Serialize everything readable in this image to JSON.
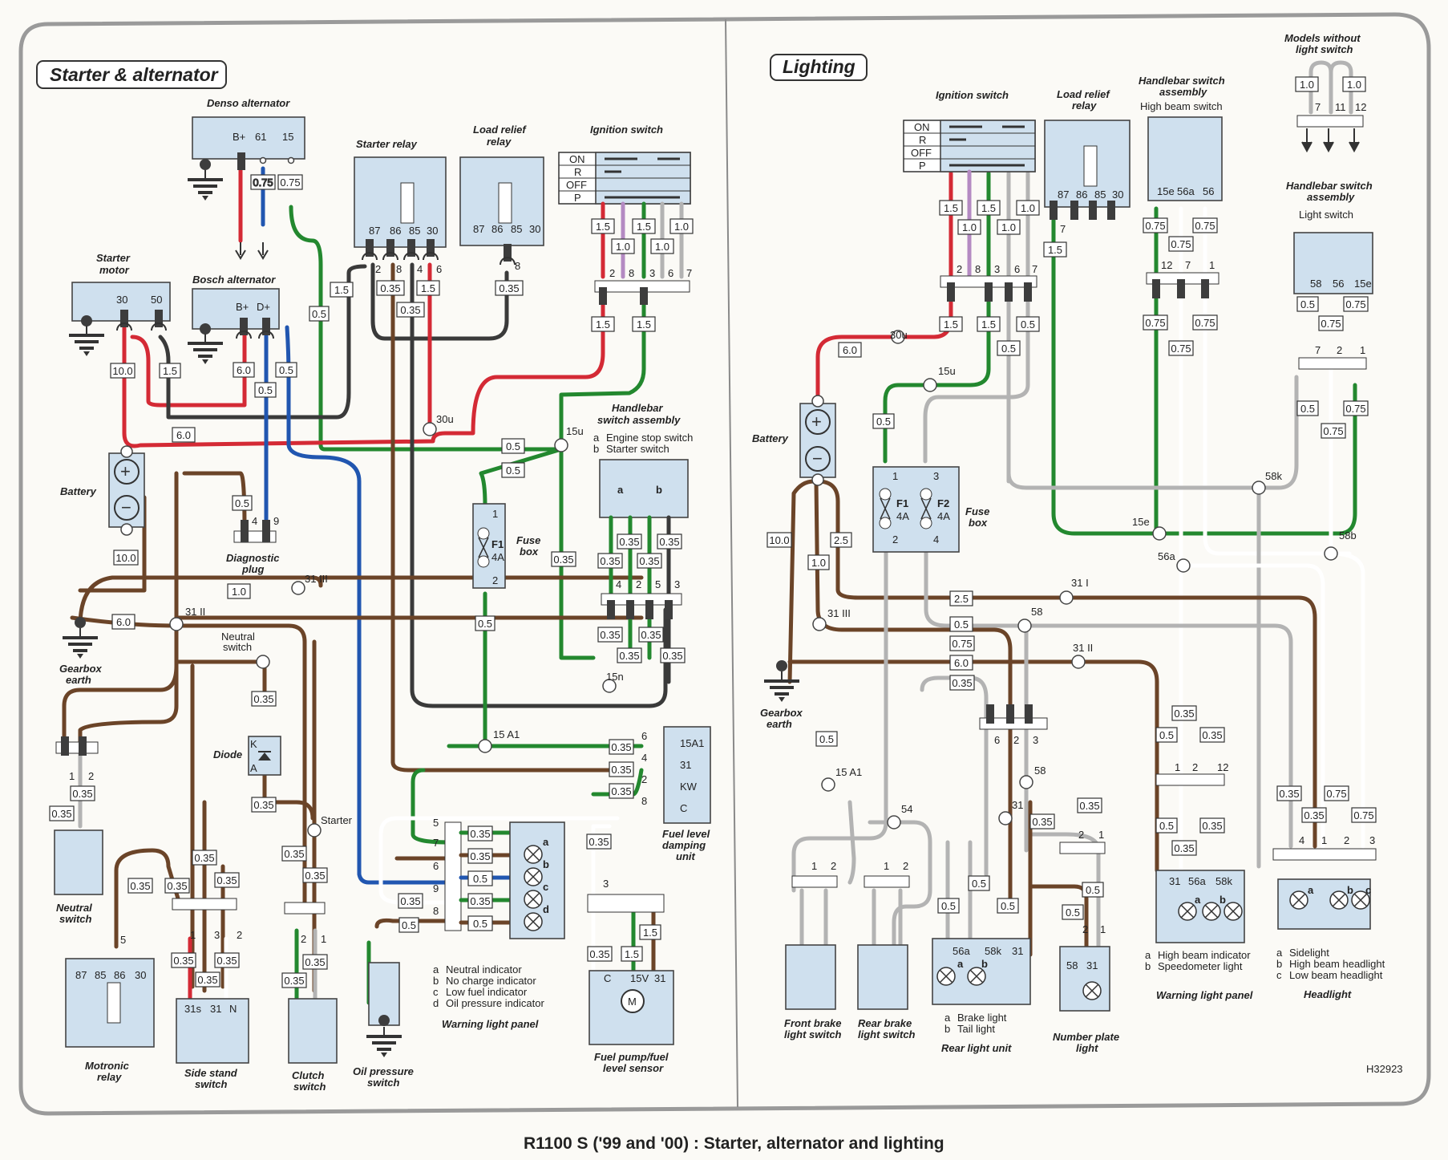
{
  "footer_title": "R1100 S ('99 and '00) : Starter, alternator and lighting",
  "figure_code": "H32923",
  "wire_colors": {
    "red": "#d42a35",
    "black": "#3a3a3a",
    "brown": "#6b4428",
    "green": "#23882f",
    "blue": "#2156b0",
    "grey": "#b3b3b3",
    "violet": "#b48ac2",
    "white": "#ffffff",
    "component_fill": "#cfe0ee"
  },
  "left": {
    "section_title": "Starter & alternator",
    "denso_alternator": {
      "label": "Denso alternator",
      "pins": [
        "B+",
        "61",
        "15"
      ],
      "wires": [
        "0.75",
        "0.75"
      ]
    },
    "starter_relay": {
      "label": "Starter relay",
      "pins": [
        "87",
        "86",
        "85",
        "30"
      ],
      "conn": [
        "2",
        "8",
        "4",
        "6"
      ],
      "wires": [
        "1.5",
        "0.35",
        "0.35",
        "1.5"
      ]
    },
    "load_relief_relay": {
      "label_1": "Load relief",
      "label_2": "relay",
      "pins": [
        "87",
        "86",
        "85",
        "30"
      ],
      "conn": "8",
      "wire": "0.35"
    },
    "ignition_switch": {
      "label": "Ignition switch",
      "rows": [
        "ON",
        "R",
        "OFF",
        "P"
      ],
      "conn": [
        "2",
        "8",
        "3",
        "6",
        "7"
      ],
      "wires_top": [
        "1.5",
        "1.0",
        "1.5",
        "1.0",
        "1.0"
      ],
      "wires_bottom": [
        "1.5",
        "1.5"
      ]
    },
    "starter_motor": {
      "label_1": "Starter",
      "label_2": "motor",
      "pins": [
        "30",
        "50"
      ],
      "wires": [
        "10.0",
        "1.5"
      ]
    },
    "bosch_alternator": {
      "label": "Bosch alternator",
      "pins": [
        "B+",
        "D+"
      ],
      "wires": [
        "6.0",
        "0.5",
        "0.5"
      ]
    },
    "green_wire_05": "0.5",
    "battery": {
      "label": "Battery",
      "wire_pos": "6.0",
      "wire_neg": "10.0"
    },
    "nodes": {
      "n30u": "30u",
      "n15u": "15u",
      "n31iii": "31 III",
      "n31ii": "31 II",
      "n15n": "15n",
      "n15a1": "15 A1",
      "starter": "Starter"
    },
    "green_wires": [
      "0.5",
      "0.5"
    ],
    "handlebar_switch": {
      "label_1": "Handlebar",
      "label_2": "switch assembly",
      "legend": [
        {
          "k": "a",
          "v": "Engine stop switch"
        },
        {
          "k": "b",
          "v": "Starter switch"
        }
      ],
      "switch_a": "a",
      "switch_b": "b",
      "conn": [
        "4",
        "2",
        "5",
        "3"
      ],
      "wires_top": [
        "0.35",
        "0.35",
        "0.35",
        "0.35"
      ],
      "wires_bottom": [
        "0.35",
        "0.35",
        "0.35",
        "0.35"
      ],
      "side_wire": "0.35"
    },
    "fuse_box": {
      "label_1": "Fuse",
      "label_2": "box",
      "fuse": "F1",
      "rating": "4A",
      "pins": [
        "1",
        "2"
      ],
      "wire": "0.5"
    },
    "diagnostic_plug": {
      "label_1": "Diagnostic",
      "label_2": "plug",
      "pins": [
        "4",
        "9"
      ],
      "wire": "0.5"
    },
    "earth": {
      "label_1": "Gearbox",
      "label_2": "earth",
      "wire_gnd": "6.0",
      "wire_31iii": "1.0"
    },
    "neutral_switch_node": {
      "label_1": "Neutral",
      "label_2": "switch"
    },
    "diode": {
      "label": "Diode",
      "k": "K",
      "a": "A",
      "wires": [
        "0.35",
        "0.35"
      ]
    },
    "neutral_switch": {
      "label_1": "Neutral",
      "label_2": "switch",
      "conn": [
        "1",
        "2"
      ],
      "wires": [
        "0.35",
        "0.35",
        "0.35"
      ]
    },
    "motronic_relay": {
      "label_1": "Motronic",
      "label_2": "relay",
      "pins": [
        "87",
        "85",
        "86",
        "30"
      ],
      "conn": "5",
      "wires": [
        "0.35",
        "0.35"
      ]
    },
    "side_stand_switch": {
      "label_1": "Side stand",
      "label_2": "switch",
      "pins": [
        "31s",
        "31",
        "N"
      ],
      "conn": [
        "1",
        "3",
        "2"
      ],
      "wires": [
        "0.35",
        "0.35",
        "0.35",
        "0.35",
        "0.35",
        "0.35"
      ]
    },
    "clutch_switch": {
      "label_1": "Clutch",
      "label_2": "switch",
      "conn": [
        "2",
        "1"
      ],
      "wires": [
        "0.35",
        "0.35",
        "0.35",
        "0.35"
      ]
    },
    "oil_pressure_switch": {
      "label_1": "Oil pressure",
      "label_2": "switch",
      "wire": "0.5"
    },
    "warning_light_panel": {
      "label": "Warning light panel",
      "conn": [
        "5",
        "7",
        "6",
        "9",
        "8"
      ],
      "wires": [
        "0.35",
        "0.35",
        "0.5",
        "0.35",
        "0.5"
      ],
      "in_wires": [
        "0.35",
        "0.5"
      ],
      "lamps": [
        "a",
        "b",
        "c",
        "d"
      ],
      "legend": [
        {
          "k": "a",
          "v": "Neutral indicator"
        },
        {
          "k": "b",
          "v": "No charge indicator"
        },
        {
          "k": "c",
          "v": "Low fuel indicator"
        },
        {
          "k": "d",
          "v": "Oil pressure indicator"
        }
      ]
    },
    "fuel_level_damping": {
      "label_1": "Fuel level",
      "label_2": "damping",
      "label_3": "unit",
      "pins": [
        "15A1",
        "31",
        "KW",
        "C"
      ],
      "conn": [
        "6",
        "4",
        "2",
        "8"
      ],
      "wires": [
        "0.35",
        "0.35",
        "0.35"
      ],
      "out_wire": "0.35"
    },
    "fuel_pump": {
      "label_1": "Fuel pump/fuel",
      "label_2": "level sensor",
      "pins": [
        "C",
        "15V",
        "31"
      ],
      "conn": "3",
      "motor": "M",
      "wires": [
        "0.35",
        "1.5",
        "1.5"
      ]
    }
  },
  "right": {
    "section_title": "Lighting",
    "ignition_switch": {
      "label": "Ignition switch",
      "rows": [
        "ON",
        "R",
        "OFF",
        "P"
      ],
      "conn": [
        "2",
        "8",
        "3",
        "6",
        "7"
      ],
      "wires_top": [
        "1.5",
        "1.0",
        "1.5",
        "1.0",
        "1.0"
      ],
      "wires_bottom": [
        "1.5",
        "1.5",
        "0.5",
        "0.5"
      ]
    },
    "load_relief_relay": {
      "label_1": "Load relief",
      "label_2": "relay",
      "pins": [
        "87",
        "86",
        "85",
        "30"
      ],
      "conn": "7",
      "wire": "1.5"
    },
    "high_beam_switch": {
      "label_1": "Handlebar switch",
      "label_2": "assembly",
      "label_3": "High beam switch",
      "pins": [
        "15e",
        "56a",
        "56"
      ],
      "conn": [
        "12",
        "7",
        "1"
      ],
      "wires": [
        "0.75",
        "0.75",
        "0.75",
        "0.75",
        "0.75",
        "0.75",
        "0.75"
      ]
    },
    "models_without": {
      "label_1": "Models without",
      "label_2": "light switch",
      "pins": [
        "7",
        "11",
        "12"
      ],
      "wires": [
        "1.0",
        "1.0"
      ]
    },
    "light_switch": {
      "label_1": "Handlebar switch",
      "label_2": "assembly",
      "label_3": "Light switch",
      "pins": [
        "58",
        "56",
        "15e"
      ],
      "conn": [
        "7",
        "2",
        "1"
      ],
      "wires": [
        "0.5",
        "0.75",
        "0.75",
        "0.5",
        "0.75",
        "0.75"
      ]
    },
    "battery": {
      "label": "Battery",
      "wire_pos": "6.0",
      "wires_neg": [
        "10.0",
        "1.0",
        "2.5"
      ]
    },
    "fuse_box": {
      "label_1": "Fuse",
      "label_2": "box",
      "fuses": [
        {
          "name": "F1",
          "rating": "4A"
        },
        {
          "name": "F2",
          "rating": "4A"
        }
      ],
      "pins": [
        "1",
        "2",
        "3",
        "4"
      ],
      "wire_in": "0.5"
    },
    "nodes": {
      "n30u": "30u",
      "n15u": "15u",
      "n58k": "58k",
      "n15e": "15e",
      "n56a": "56a",
      "n58b": "58b",
      "n31i": "31 I",
      "n58": "58",
      "n31iii": "31 III",
      "n31ii": "31 II",
      "n15a1": "15 A1",
      "n54": "54",
      "n58_rear": "58",
      "n31_rear": "31"
    },
    "bus_wires": [
      "2.5",
      "0.5",
      "0.75",
      "6.0",
      "0.35"
    ],
    "earth": {
      "label_1": "Gearbox",
      "label_2": "earth"
    },
    "rear_conn": {
      "conn": [
        "6",
        "2",
        "3"
      ]
    },
    "front_brake_switch": {
      "label_1": "Front brake",
      "label_2": "light switch",
      "conn": [
        "1",
        "2"
      ],
      "wire": "0.5"
    },
    "rear_brake_switch": {
      "label_1": "Rear brake",
      "label_2": "light switch",
      "conn": [
        "1",
        "2"
      ]
    },
    "rear_light_unit": {
      "label": "Rear light unit",
      "pins": [
        "56a",
        "58k",
        "31"
      ],
      "lamps": [
        "a",
        "b"
      ],
      "wires": [
        "0.5",
        "0.5",
        "0.5"
      ],
      "legend": [
        {
          "k": "a",
          "v": "Brake light"
        },
        {
          "k": "b",
          "v": "Tail light"
        }
      ]
    },
    "number_plate_light": {
      "label_1": "Number plate",
      "label_2": "light",
      "pins": [
        "58",
        "31"
      ],
      "conn": [
        "2",
        "1",
        "2",
        "1"
      ],
      "wires": [
        "0.35",
        "0.35",
        "0.5",
        "0.5"
      ]
    },
    "warning_light_panel": {
      "label": "Warning light panel",
      "pins": [
        "31",
        "56a",
        "58k"
      ],
      "conn": [
        "1",
        "2",
        "12"
      ],
      "lamps": [
        "a",
        "b"
      ],
      "wires": [
        "0.35",
        "0.5",
        "0.35",
        "0.5",
        "0.35",
        "0.35",
        "0.35"
      ],
      "legend": [
        {
          "k": "a",
          "v": "High beam indicator"
        },
        {
          "k": "b",
          "v": "Speedometer light"
        }
      ]
    },
    "headlight": {
      "label": "Headlight",
      "conn": [
        "4",
        "1",
        "2",
        "3"
      ],
      "lamps": [
        "a",
        "b",
        "c"
      ],
      "wires": [
        "0.35",
        "0.35",
        "0.75",
        "0.75"
      ],
      "legend": [
        {
          "k": "a",
          "v": "Sidelight"
        },
        {
          "k": "b",
          "v": "High beam headlight"
        },
        {
          "k": "c",
          "v": "Low beam headlight"
        }
      ]
    }
  }
}
